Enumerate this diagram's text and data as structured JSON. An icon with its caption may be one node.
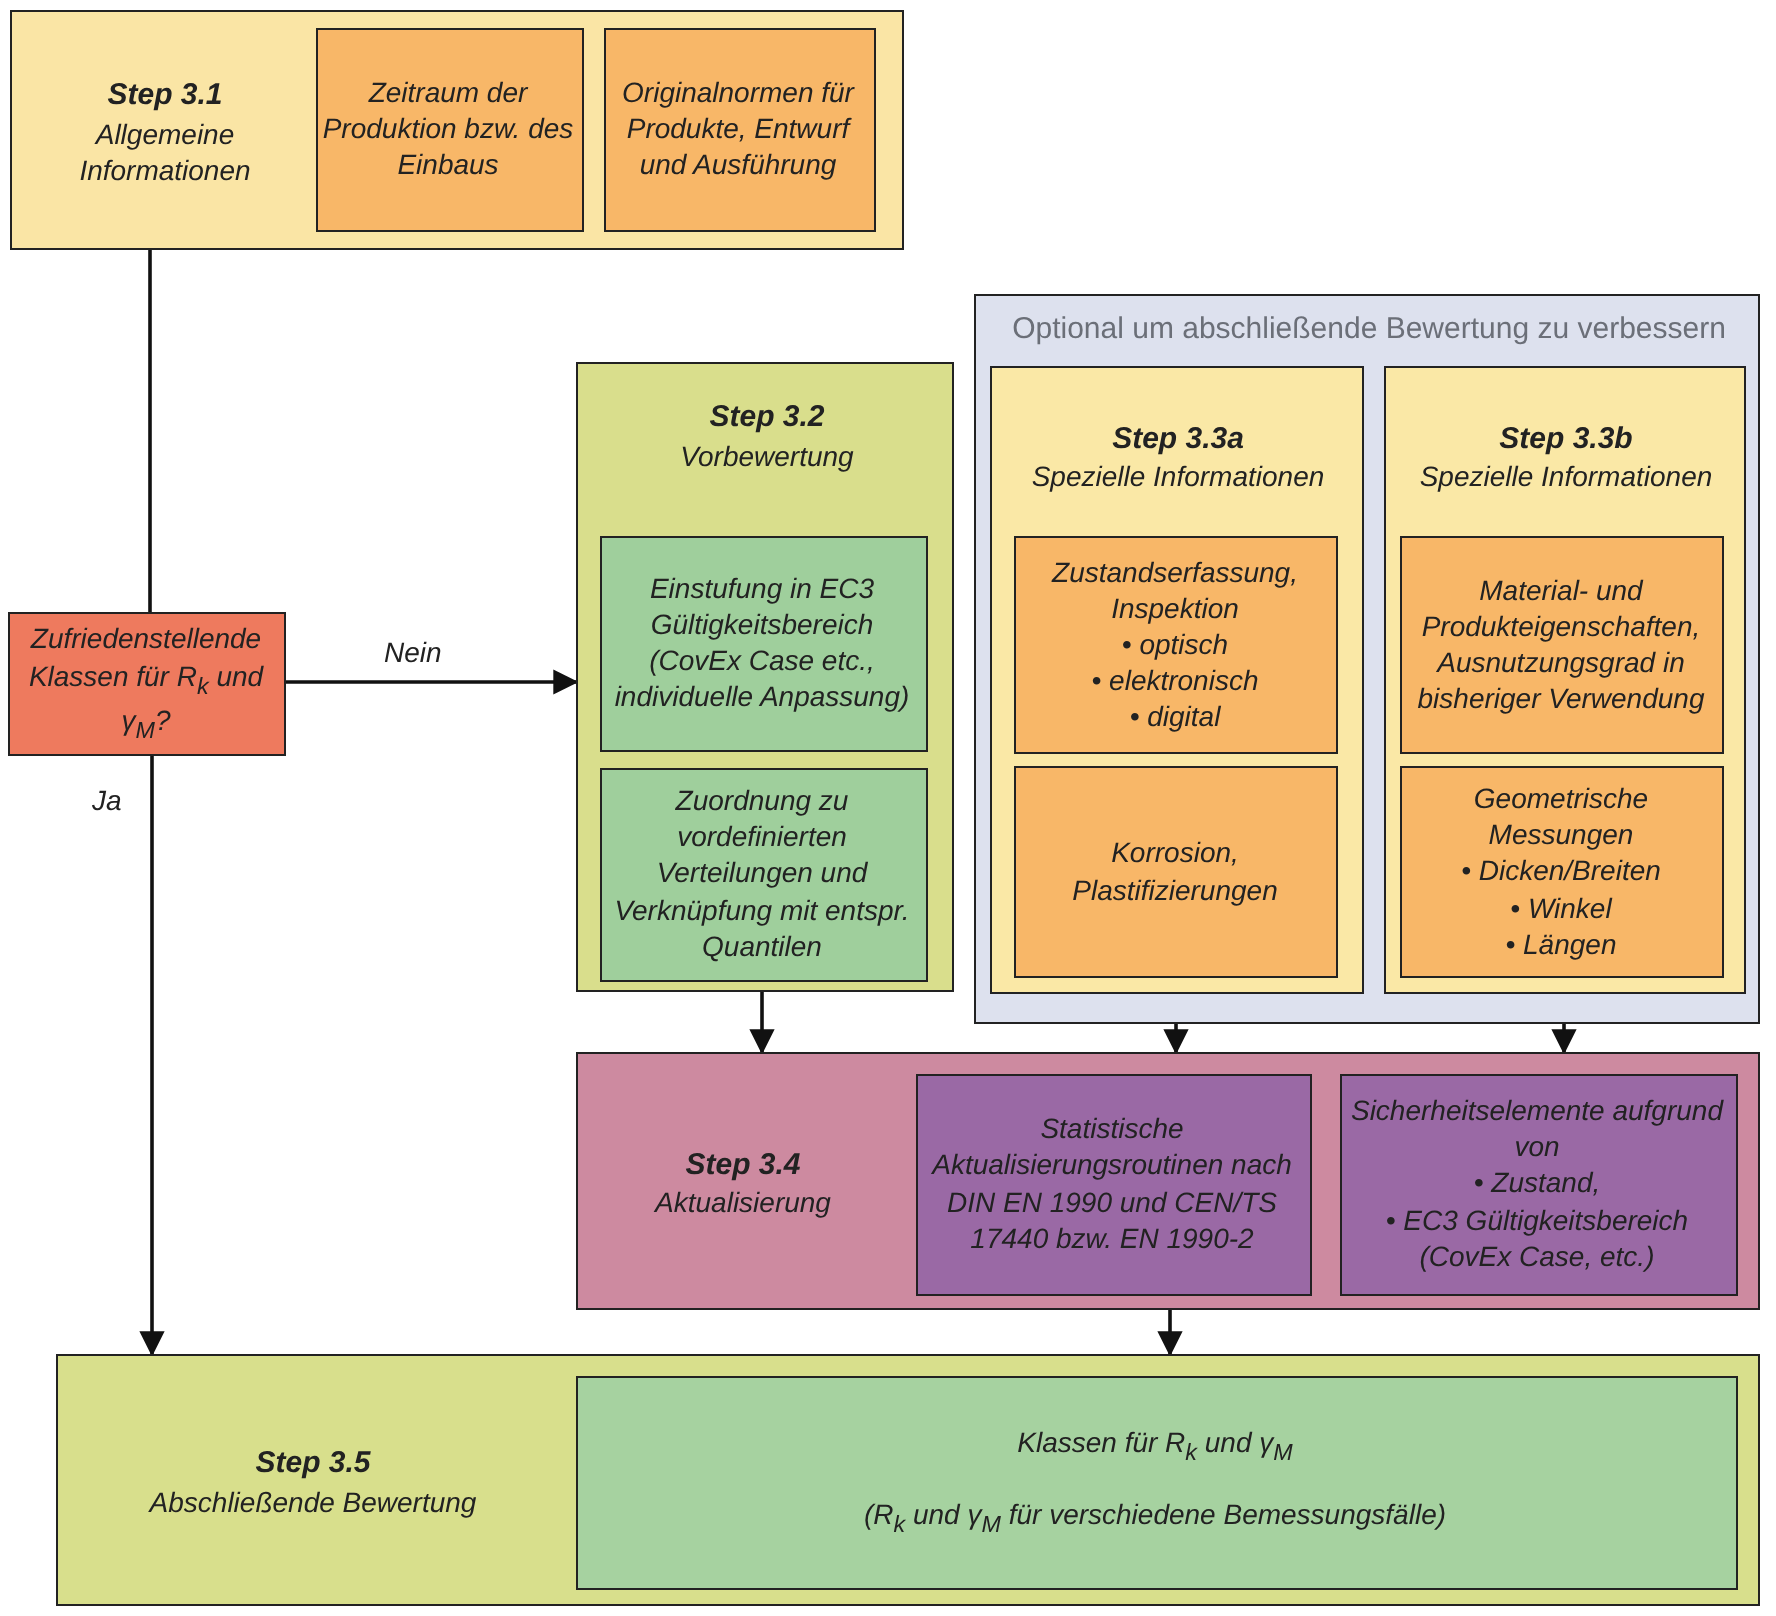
{
  "diagram": {
    "nodes": [
      {
        "text": [
          "Step 3.1",
          "Allgemeine Informationen"
        ]
      },
      {
        "text": [
          "Zeitraum der Produktion bzw. des Einbaus"
        ],
        "in": 0
      },
      {
        "text": [
          "Originalnormen für Produkte, Entwurf und Ausführung"
        ],
        "in": 0
      },
      {
        "text": [
          "Zufriedenstellende Klassen für R$_{k}$ und γ$_{M}$?"
        ]
      },
      {
        "text": [
          "Step 3.2",
          "Vorbewertung"
        ]
      },
      {
        "text": [
          "Einstufung in EC3 Gültigkeitsbereich (CovEx Case etc., individuelle Anpassung)"
        ],
        "in": 4
      },
      {
        "text": [
          "Zuordnung zu vordefinierten Verteilungen und Verknüpfung mit entspr. Quantilen"
        ],
        "in": 4
      },
      {
        "text": [
          "Optional um abschließende Bewertung zu verbessern"
        ]
      },
      {
        "text": [
          "Step 3.3a",
          "Spezielle Informationen"
        ],
        "in": 7
      },
      {
        "text": [
          "Zustandserfassung, Inspektion",
          "• optisch",
          "• elektronisch",
          "• digital"
        ],
        "in": 8
      },
      {
        "text": [
          "Korrosion, Plastifizierungen"
        ],
        "in": 8
      },
      {
        "text": [
          "Step 3.3b",
          "Spezielle Informationen"
        ],
        "in": 7
      },
      {
        "text": [
          "Material- und Produkteigenschaften, Ausnutzungsgrad in bisheriger Verwendung"
        ],
        "in": 11
      },
      {
        "text": [
          "Geometrische Messungen",
          "• Dicken/Breiten",
          "• Winkel",
          "• Längen"
        ],
        "in": 11
      },
      {
        "text": [
          "Step 3.4",
          "Aktualisierung"
        ]
      },
      {
        "text": [
          "Statistische Aktualisierungsroutinen nach DIN EN 1990 und CEN/TS 17440 bzw. EN 1990-2"
        ],
        "in": 14
      },
      {
        "text": [
          "Sicherheitselemente aufgrund von",
          "• Zustand,",
          "• EC3 Gültigkeitsbereich (CovEx Case, etc.)"
        ],
        "in": 14
      },
      {
        "text": [
          "Step 3.5",
          "Abschließende Bewertung"
        ]
      },
      {
        "text": [
          "Klassen für R$_{k}$ und γ$_{M}$",
          "(R$_{k}$ und γ$_{M}$ für verschiedene Bemessungsfälle)"
        ],
        "in": 17
      }
    ],
    "edges": [
      {
        "from": 0,
        "to": 3,
        "arrow": "none"
      },
      {
        "from": 3,
        "to": 4,
        "arrow": "to",
        "label": "Nein"
      },
      {
        "from": 3,
        "to": 17,
        "arrow": "to",
        "label": "Ja"
      },
      {
        "from": 4,
        "to": 14,
        "arrow": "to"
      },
      {
        "from": 8,
        "to": 14,
        "arrow": "to"
      },
      {
        "from": 11,
        "to": 14,
        "arrow": "to"
      },
      {
        "from": 14,
        "to": 17,
        "arrow": "to"
      }
    ]
  }
}
